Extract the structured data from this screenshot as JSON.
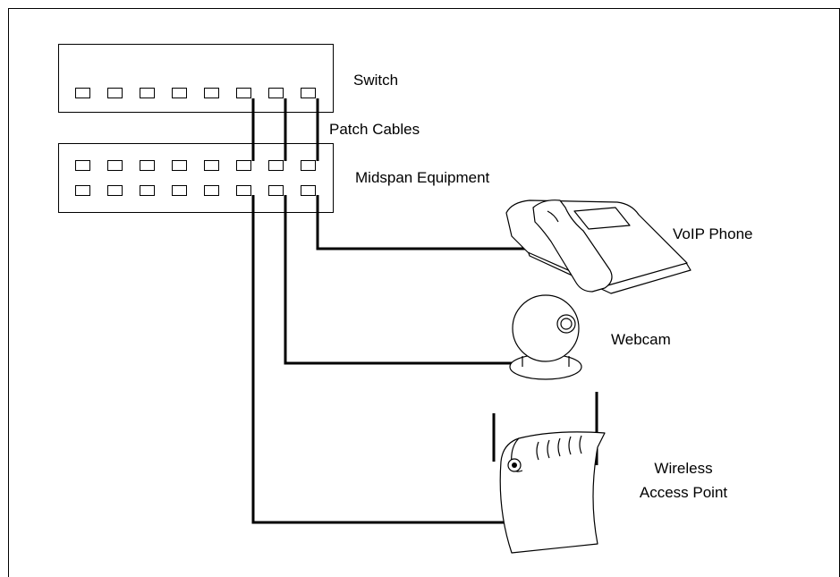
{
  "labels": {
    "switch": "Switch",
    "patch_cables": "Patch Cables",
    "midspan": "Midspan Equipment",
    "voip_phone": "VoIP Phone",
    "webcam": "Webcam",
    "wap_line1": "Wireless",
    "wap_line2": "Access Point"
  },
  "switch_ports": 8,
  "midspan_port_rows": 2,
  "midspan_ports_per_row": 8
}
